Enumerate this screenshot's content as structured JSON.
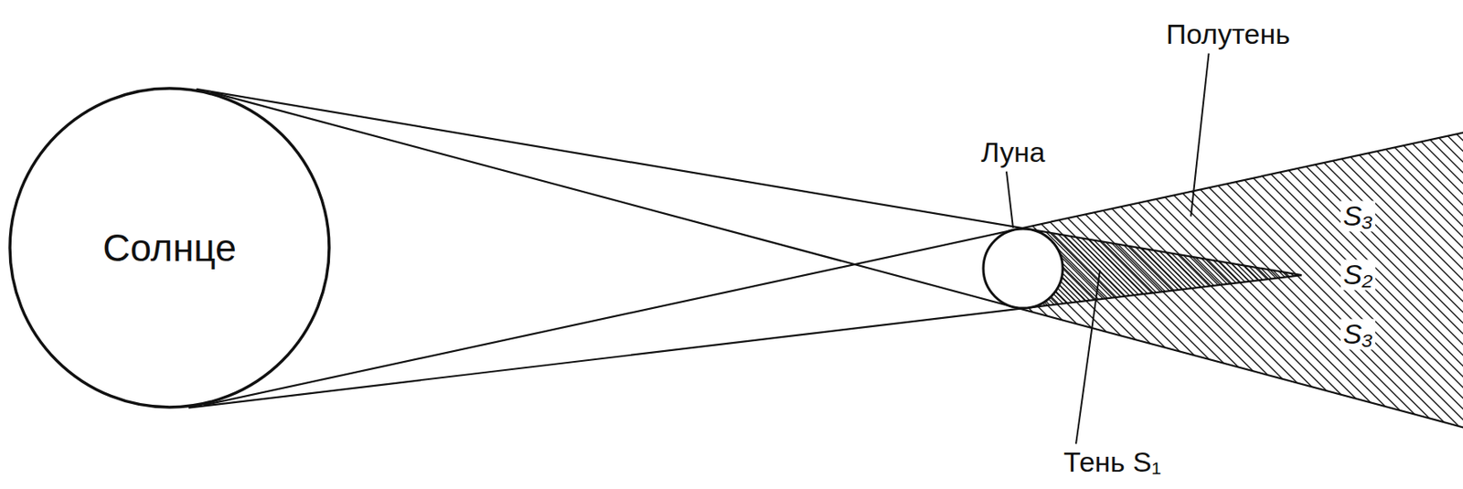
{
  "diagram": {
    "nodes": [
      {
        "text": [
          "Солнце"
        ]
      }
    ],
    "labels": [
      "Луна",
      "Полутень",
      "Тень S₁",
      "S₃",
      "S₂",
      "S₃"
    ]
  }
}
